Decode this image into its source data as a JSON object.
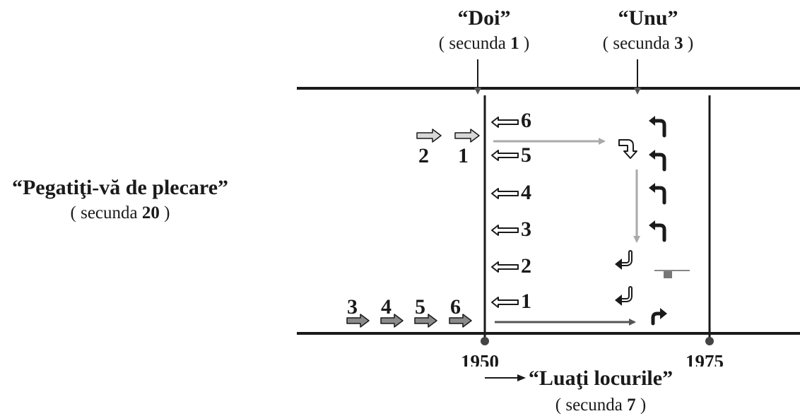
{
  "top_labels": {
    "doi": {
      "title": "“Doi”",
      "prefix": "( secunda ",
      "value": "1",
      "suffix": " )"
    },
    "unu": {
      "title": "“Unu”",
      "prefix": "( secunda ",
      "value": "3",
      "suffix": " )"
    }
  },
  "left_label": {
    "title": "“Pegatiţi-vă de plecare”",
    "prefix": "( secunda ",
    "value": "20",
    "suffix": " )"
  },
  "bottom_label": {
    "title": "“Luaţi locurile”",
    "prefix": "( secunda ",
    "value": "7",
    "suffix": " )"
  },
  "axis": {
    "left": "1950",
    "right": "1975"
  },
  "lane_numbers": [
    "6",
    "5",
    "4",
    "3",
    "2",
    "1"
  ],
  "waiting_top": [
    "2",
    "1"
  ],
  "waiting_bottom": [
    "3",
    "4",
    "5",
    "6"
  ],
  "colors": {
    "line": "#1a1a1a",
    "guide_gray": "#aaaaaa",
    "guide_dark": "#555555",
    "marker": "#444444"
  }
}
